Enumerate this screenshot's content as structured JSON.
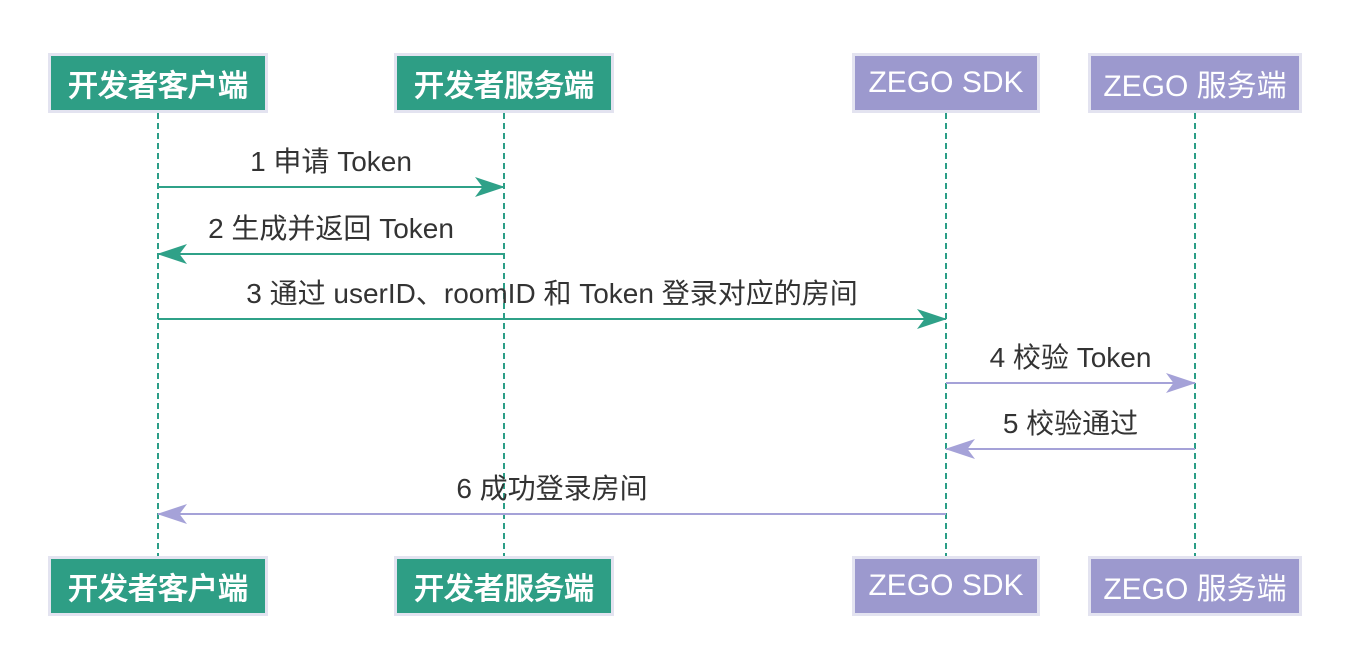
{
  "diagram": {
    "type": "sequence-diagram",
    "actors": [
      {
        "id": "developer-client",
        "label": "开发者客户端",
        "role": "developer"
      },
      {
        "id": "developer-server",
        "label": "开发者服务端",
        "role": "developer"
      },
      {
        "id": "zego-sdk",
        "label": "ZEGO SDK",
        "role": "zego"
      },
      {
        "id": "zego-server",
        "label": "ZEGO 服务端",
        "role": "zego"
      }
    ],
    "messages": [
      {
        "step": 1,
        "label": "1 申请 Token",
        "from": "developer-client",
        "to": "developer-server",
        "direction": "right",
        "color": "teal"
      },
      {
        "step": 2,
        "label": "2 生成并返回 Token",
        "from": "developer-server",
        "to": "developer-client",
        "direction": "left",
        "color": "teal"
      },
      {
        "step": 3,
        "label": "3 通过 userID、roomID 和 Token 登录对应的房间",
        "from": "developer-client",
        "to": "zego-sdk",
        "direction": "right",
        "color": "teal"
      },
      {
        "step": 4,
        "label": "4 校验 Token",
        "from": "zego-sdk",
        "to": "zego-server",
        "direction": "right",
        "color": "purple"
      },
      {
        "step": 5,
        "label": "5 校验通过",
        "from": "zego-server",
        "to": "zego-sdk",
        "direction": "left",
        "color": "purple"
      },
      {
        "step": 6,
        "label": "6 成功登录房间",
        "from": "zego-sdk",
        "to": "developer-client",
        "direction": "left",
        "color": "purple"
      }
    ],
    "colors": {
      "developer_fill": "#2e9e85",
      "zego_fill": "#9c99ce",
      "teal_line": "#2fa188",
      "purple_line": "#a5a2d8",
      "lifeline": "#2b9e87",
      "box_border": "#e3e3f0",
      "message_text": "#333333",
      "actor_text": "#ffffff",
      "background": "#ffffff"
    }
  }
}
